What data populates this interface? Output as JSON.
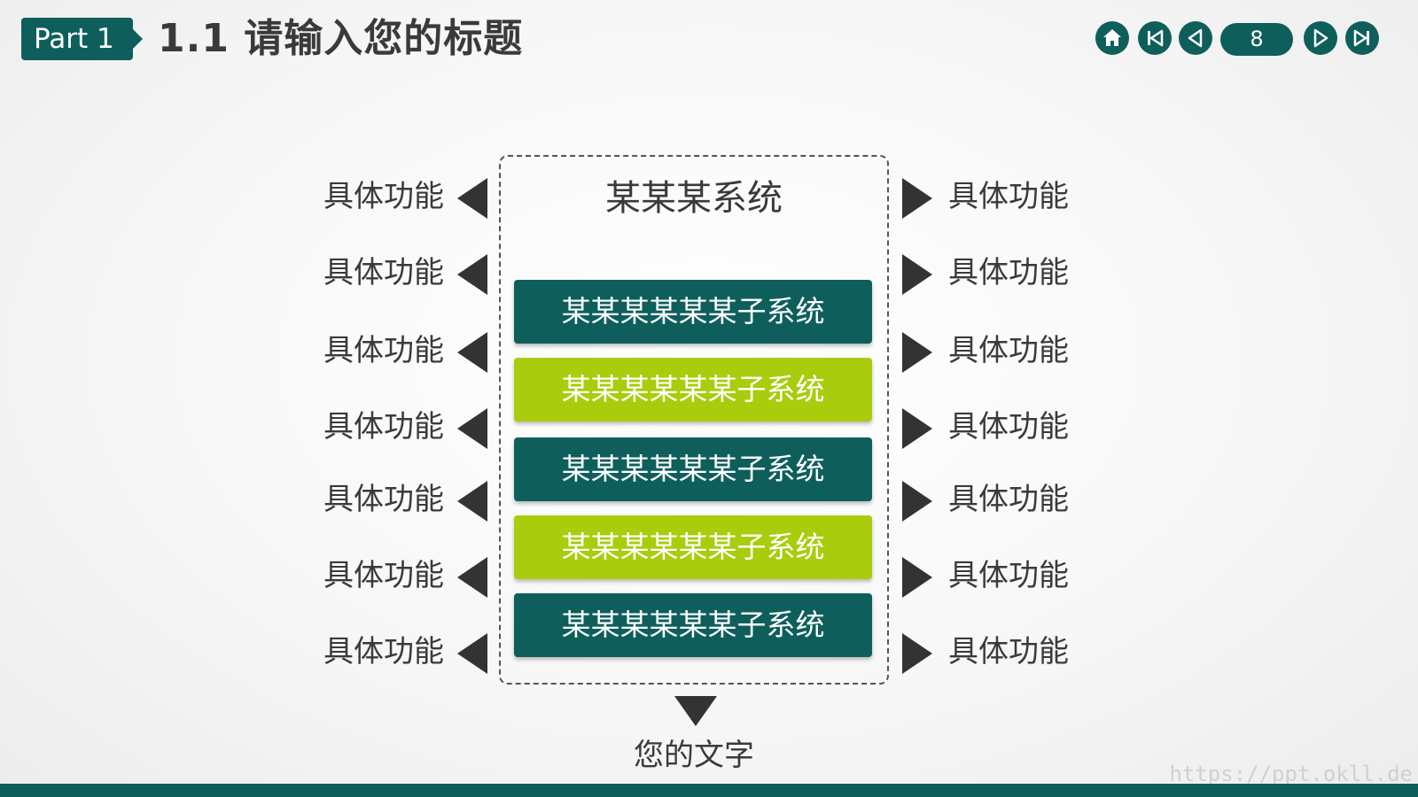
{
  "header": {
    "part_label": "Part 1",
    "title": "1.1 请输入您的标题"
  },
  "nav": {
    "page_number": "8",
    "buttons": [
      "home-icon",
      "first-page-icon",
      "prev-page-icon",
      "next-page-icon",
      "last-page-icon"
    ]
  },
  "system": {
    "title": "某某某系统",
    "subsystems": [
      {
        "label": "某某某某某某子系统",
        "color": "#0e5f5c"
      },
      {
        "label": "某某某某某某子系统",
        "color": "#a9cc0c"
      },
      {
        "label": "某某某某某某子系统",
        "color": "#0e5f5c"
      },
      {
        "label": "某某某某某某子系统",
        "color": "#a9cc0c"
      },
      {
        "label": "某某某某某某子系统",
        "color": "#0e5f5c"
      }
    ]
  },
  "left_functions": [
    "具体功能",
    "具体功能",
    "具体功能",
    "具体功能",
    "具体功能",
    "具体功能",
    "具体功能"
  ],
  "right_functions": [
    "具体功能",
    "具体功能",
    "具体功能",
    "具体功能",
    "具体功能",
    "具体功能",
    "具体功能"
  ],
  "bottom_text": "您的文字",
  "watermark": "https://ppt.okll.de",
  "colors": {
    "accent_teal": "#0e5f5c",
    "accent_lime": "#a9cc0c",
    "arrow": "#333333"
  }
}
